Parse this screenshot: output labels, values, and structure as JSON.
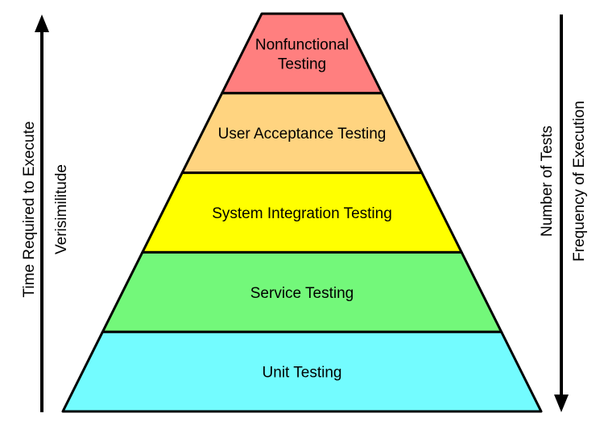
{
  "layers": [
    {
      "label_lines": [
        "Nonfunctional",
        "Testing"
      ],
      "color": "#FF7F7F"
    },
    {
      "label_lines": [
        "User Acceptance Testing"
      ],
      "color": "#FFD480"
    },
    {
      "label_lines": [
        "System Integration Testing"
      ],
      "color": "#FFFF00"
    },
    {
      "label_lines": [
        "Service Testing"
      ],
      "color": "#73F87A"
    },
    {
      "label_lines": [
        "Unit Testing"
      ],
      "color": "#73FCFF"
    }
  ],
  "left_axis": {
    "direction": "up",
    "labels": [
      "Time Required to Execute",
      "Verisimilitude"
    ]
  },
  "right_axis": {
    "direction": "down",
    "labels": [
      "Number of Tests",
      "Frequency of Execution"
    ]
  }
}
